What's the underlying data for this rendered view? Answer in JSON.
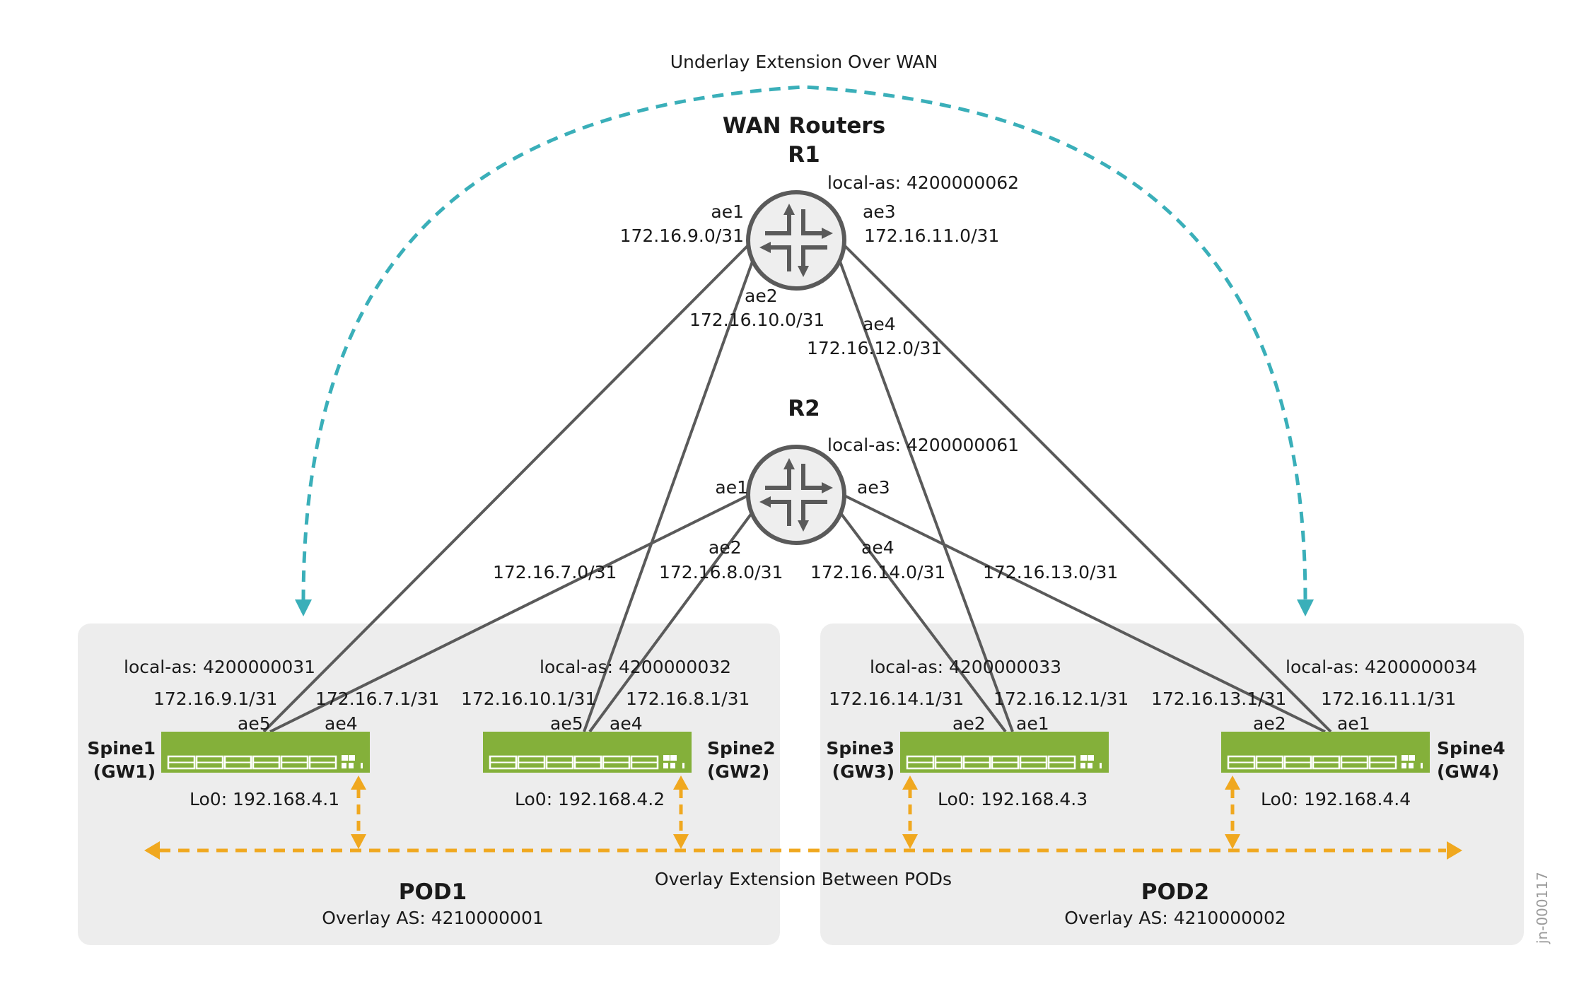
{
  "title": "Underlay Extension Over WAN",
  "wan": {
    "heading": "WAN Routers",
    "r1": {
      "name": "R1",
      "local_as": "local-as: 4200000062",
      "ifaces": [
        {
          "name": "ae1",
          "subnet": "172.16.9.0/31"
        },
        {
          "name": "ae2",
          "subnet": "172.16.10.0/31"
        },
        {
          "name": "ae3",
          "subnet": "172.16.11.0/31"
        },
        {
          "name": "ae4",
          "subnet": "172.16.12.0/31"
        }
      ]
    },
    "r2": {
      "name": "R2",
      "local_as": "local-as: 4200000061",
      "ifaces": [
        {
          "name": "ae1",
          "subnet": "172.16.7.0/31"
        },
        {
          "name": "ae2",
          "subnet": "172.16.8.0/31"
        },
        {
          "name": "ae3",
          "subnet": "172.16.13.0/31"
        },
        {
          "name": "ae4",
          "subnet": "172.16.14.0/31"
        }
      ]
    }
  },
  "spines": [
    {
      "name": "Spine1",
      "gw": "(GW1)",
      "local_as": "local-as: 4200000031",
      "lo0": "Lo0: 192.168.4.1",
      "ip_a": "172.16.9.1/31",
      "ip_b": "172.16.7.1/31",
      "if_a": "ae5",
      "if_b": "ae4"
    },
    {
      "name": "Spine2",
      "gw": "(GW2)",
      "local_as": "local-as: 4200000032",
      "lo0": "Lo0: 192.168.4.2",
      "ip_a": "172.16.10.1/31",
      "ip_b": "172.16.8.1/31",
      "if_a": "ae5",
      "if_b": "ae4"
    },
    {
      "name": "Spine3",
      "gw": "(GW3)",
      "local_as": "local-as: 4200000033",
      "lo0": "Lo0: 192.168.4.3",
      "ip_a": "172.16.14.1/31",
      "ip_b": "172.16.12.1/31",
      "if_a": "ae2",
      "if_b": "ae1"
    },
    {
      "name": "Spine4",
      "gw": "(GW4)",
      "local_as": "local-as: 4200000034",
      "lo0": "Lo0: 192.168.4.4",
      "ip_a": "172.16.13.1/31",
      "ip_b": "172.16.11.1/31",
      "if_a": "ae2",
      "if_b": "ae1"
    }
  ],
  "pods": [
    {
      "name": "POD1",
      "overlay_as": "Overlay AS: 4210000001"
    },
    {
      "name": "POD2",
      "overlay_as": "Overlay AS: 4210000002"
    }
  ],
  "overlay_label": "Overlay Extension Between PODs",
  "watermark": "jn-000117",
  "colors": {
    "switch": "#84b03a",
    "pod_bg": "#ededed",
    "link": "#5a5a5a",
    "overlay": "#f0a81f",
    "underlay": "#3aafb9",
    "router_fill": "#eeeeee"
  }
}
